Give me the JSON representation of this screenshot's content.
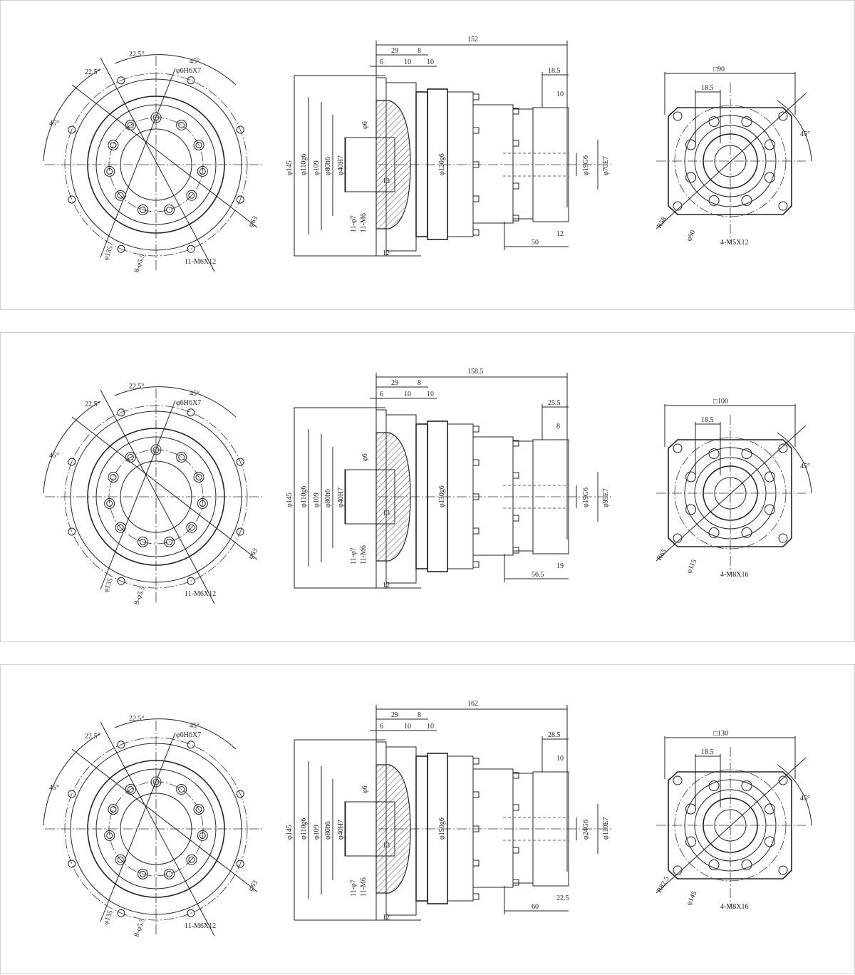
{
  "drawings": [
    {
      "flange": {
        "ang_a": "22.5°",
        "ang_b": "22.5°",
        "ang_c": "45°",
        "ang_d": "45°",
        "pin": "φ6H6X7",
        "pcd": "φ135",
        "thread": "11-M6X12",
        "holes": "8-φ5.5",
        "inner": "φ63"
      },
      "side": {
        "total": "152",
        "d29": "29",
        "d8": "8",
        "d6": "6",
        "d10a": "10",
        "d10b": "10",
        "d145": "φ145",
        "d110": "φ110g6",
        "d109": "φ109",
        "d80": "φ80h6",
        "d40": "φ40H7",
        "d6b": "φ6",
        "d13": "13",
        "d7": "11-φ7",
        "m6": "11-M6",
        "d12a": "12",
        "body": "φ120g6",
        "d185": "18.5",
        "d10c": "10",
        "shaft": "φ19G6",
        "pilot": "φ70E7",
        "d12b": "12",
        "d50": "50"
      },
      "motor": {
        "square": "□90",
        "key": "18.5",
        "ang": "45°",
        "r": "R58",
        "pcd": "φ90",
        "holes": "4-M5X12"
      }
    },
    {
      "flange": {
        "ang_a": "22.5°",
        "ang_b": "22.5°",
        "ang_c": "45°",
        "ang_d": "45°",
        "pin": "φ6H6X7",
        "pcd": "φ135",
        "thread": "11-M6X12",
        "holes": "8-φ5.5",
        "inner": "φ63"
      },
      "side": {
        "total": "158.5",
        "d29": "29",
        "d8": "8",
        "d6": "6",
        "d10a": "10",
        "d10b": "10",
        "d145": "φ145",
        "d110": "φ110g6",
        "d109": "φ109",
        "d80": "φ80h6",
        "d40": "φ40H7",
        "d6b": "φ6",
        "d13": "13",
        "d7": "11-φ7",
        "m6": "11-M6",
        "d12a": "12",
        "body": "φ130g6",
        "d185": "25.5",
        "d10c": "8",
        "shaft": "φ19G6",
        "pilot": "φ95E7",
        "d12b": "19",
        "d50": "56.5"
      },
      "motor": {
        "square": "□100",
        "key": "18.5",
        "ang": "45°",
        "r": "R65",
        "pcd": "φ115",
        "holes": "4-M8X16"
      }
    },
    {
      "flange": {
        "ang_a": "22.5°",
        "ang_b": "22.5°",
        "ang_c": "45°",
        "ang_d": "45°",
        "pin": "φ6H6X7",
        "pcd": "φ135",
        "thread": "11-M6X12",
        "holes": "8-φ5.5",
        "inner": "φ63"
      },
      "side": {
        "total": "162",
        "d29": "29",
        "d8": "8",
        "d6": "6",
        "d10a": "10",
        "d10b": "10",
        "d145": "φ145",
        "d110": "φ110g6",
        "d109": "φ109",
        "d80": "φ80h6",
        "d40": "φ40H7",
        "d6b": "φ6",
        "d13": "13",
        "d7": "11-φ7",
        "m6": "11-M6",
        "d12a": "12",
        "body": "φ150g6",
        "d185": "28.5",
        "d10c": "10",
        "shaft": "φ24G6",
        "pilot": "φ110E7",
        "d12b": "22.5",
        "d50": "60"
      },
      "motor": {
        "square": "□130",
        "key": "18.5",
        "ang": "45°",
        "r": "R82.5",
        "pcd": "φ145",
        "holes": "4-M8X16"
      }
    }
  ]
}
